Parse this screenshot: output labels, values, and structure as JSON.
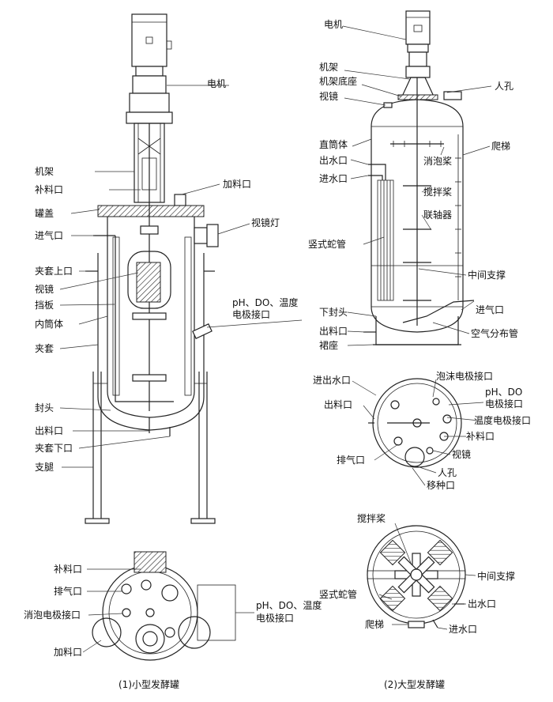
{
  "small": {
    "caption": "(1)小型发酵罐",
    "labels": {
      "motor": "电机",
      "frame": "机架",
      "feed_port": "补料口",
      "lid": "罐盖",
      "air_inlet": "进气口",
      "jacket_upper": "夹套上口",
      "sight_glass": "视镜",
      "baffle": "挡板",
      "inner_cylinder": "内筒体",
      "jacket": "夹套",
      "head": "封头",
      "outlet": "出料口",
      "jacket_lower": "夹套下口",
      "legs": "支腿",
      "charge_port": "加料口",
      "sight_lamp": "视镜灯",
      "electrode_l1": "pH、DO、温度",
      "electrode_l2": "电极接口"
    },
    "top_labels": {
      "feed_port": "补料口",
      "exhaust": "排气口",
      "defoam_electrode": "消泡电极接口",
      "charge_port": "加料口",
      "electrode_l1": "pH、DO、温度",
      "electrode_l2": "电极接口"
    }
  },
  "large": {
    "caption": "(2)大型发酵罐",
    "labels": {
      "motor": "电机",
      "frame": "机架",
      "frame_base": "机架底座",
      "sight_glass": "视镜",
      "manhole": "人孔",
      "straight_shell": "直筒体",
      "ladder": "爬梯",
      "water_out": "出水口",
      "defoam_paddle": "消泡桨",
      "water_in": "进水口",
      "agitator": "搅拌桨",
      "coupling": "联轴器",
      "coil": "竖式蛇管",
      "middle_support": "中间支撑",
      "lower_head": "下封头",
      "air_inlet": "进气口",
      "outlet": "出料口",
      "skirt": "裙座",
      "air_distributor": "空气分布管"
    },
    "top_labels": {
      "inout_water": "进出水口",
      "foam_electrode": "泡沫电极接口",
      "ph_do_l1": "pH、DO",
      "ph_do_l2": "电极接口",
      "outlet": "出料口",
      "temp_electrode": "温度电极接口",
      "feed_port": "补料口",
      "exhaust": "排气口",
      "sight_glass": "视镜",
      "manhole": "人孔",
      "inoc_port": "移种口"
    },
    "section_labels": {
      "agitator": "搅拌桨",
      "middle_support": "中间支撑",
      "coil": "竖式蛇管",
      "water_out": "出水口",
      "ladder": "爬梯",
      "water_in": "进水口"
    }
  }
}
